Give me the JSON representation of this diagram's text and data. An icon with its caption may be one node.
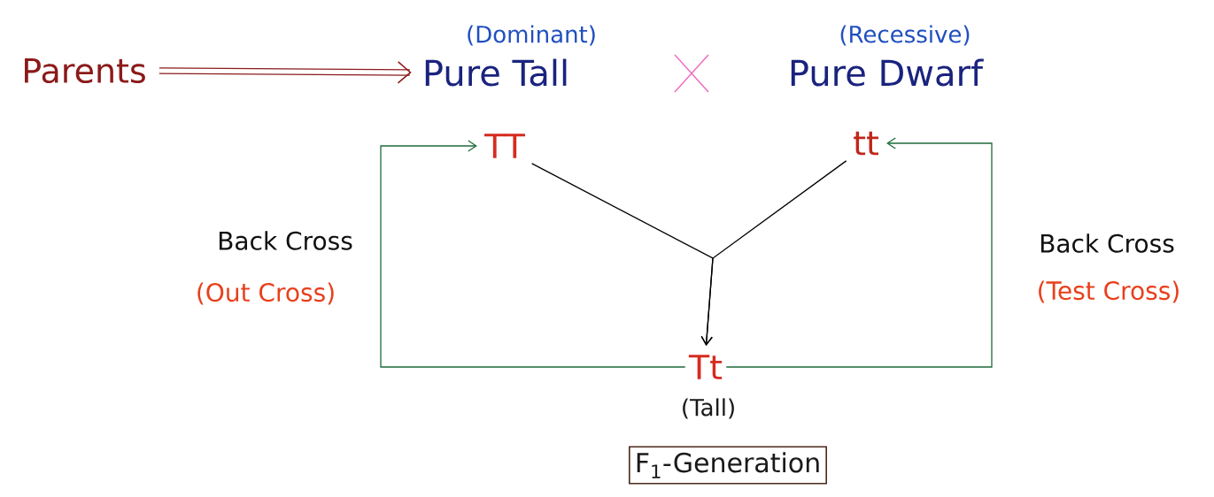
{
  "diagram": {
    "nodes": [
      {
        "text": [
          "Parents"
        ]
      },
      {
        "text": [
          "Pure Tall"
        ],
        "beside": [
          "(Dominant)"
        ]
      },
      {
        "text": [
          "Pure Dwarf"
        ],
        "beside": [
          "(Recessive)"
        ]
      },
      {
        "text": [
          "TT"
        ]
      },
      {
        "text": [
          "tt"
        ]
      },
      {
        "text": [
          "Tt"
        ],
        "beside": [
          "(Tall)"
        ]
      },
      {
        "text": [
          "F$_{1}$-Generation"
        ]
      }
    ],
    "edges": [
      {
        "from": 0,
        "to": 1,
        "arrow": "to",
        "style": "thick",
        "color": "#8b1a1a"
      },
      {
        "from": 3,
        "to": 5,
        "arrow": "to"
      },
      {
        "from": 4,
        "to": 5,
        "arrow": "to"
      },
      {
        "from": 5,
        "to": 3,
        "arrow": "to",
        "color": "#1e6b3a"
      },
      {
        "from": 5,
        "to": 4,
        "arrow": "to",
        "color": "#1e6b3a"
      }
    ],
    "labels": [
      "Back Cross",
      "(Out Cross)",
      "Back Cross",
      "(Test Cross)"
    ]
  }
}
